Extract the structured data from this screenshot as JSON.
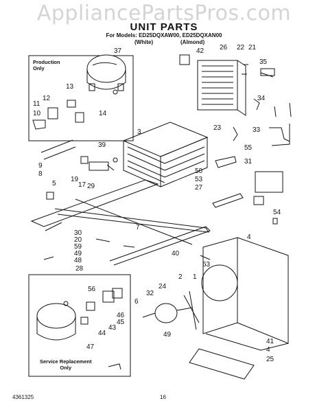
{
  "watermark": "AppliancePartsPros.com",
  "title": "UNIT PARTS",
  "models_line": "For Models: ED25DQXAW00, ED25DQXAN00",
  "color_white": "(White)",
  "color_almond": "(Almond)",
  "production_label": [
    "Production",
    "Only"
  ],
  "service_label": [
    "Service Replacement",
    "Only"
  ],
  "doc_number": "4361325",
  "page_number": "16",
  "part_labels": [
    {
      "id": "37",
      "t": "37"
    },
    {
      "id": "42",
      "t": "42"
    },
    {
      "id": "26",
      "t": "26"
    },
    {
      "id": "22",
      "t": "22"
    },
    {
      "id": "21",
      "t": "21"
    },
    {
      "id": "35",
      "t": "35"
    },
    {
      "id": "13",
      "t": "13"
    },
    {
      "id": "12",
      "t": "12"
    },
    {
      "id": "11",
      "t": "11"
    },
    {
      "id": "10",
      "t": "10"
    },
    {
      "id": "14",
      "t": "14"
    },
    {
      "id": "34",
      "t": "34"
    },
    {
      "id": "3",
      "t": "3"
    },
    {
      "id": "23",
      "t": "23"
    },
    {
      "id": "33",
      "t": "33"
    },
    {
      "id": "39",
      "t": "39"
    },
    {
      "id": "55",
      "t": "55"
    },
    {
      "id": "9",
      "t": "9"
    },
    {
      "id": "8",
      "t": "8"
    },
    {
      "id": "31",
      "t": "31"
    },
    {
      "id": "50",
      "t": "50"
    },
    {
      "id": "19",
      "t": "19"
    },
    {
      "id": "17",
      "t": "17"
    },
    {
      "id": "29",
      "t": "29"
    },
    {
      "id": "53",
      "t": "53"
    },
    {
      "id": "27",
      "t": "27"
    },
    {
      "id": "5",
      "t": "5"
    },
    {
      "id": "54",
      "t": "54"
    },
    {
      "id": "30",
      "t": "30"
    },
    {
      "id": "7",
      "t": "7"
    },
    {
      "id": "20",
      "t": "20"
    },
    {
      "id": "59",
      "t": "59"
    },
    {
      "id": "49a",
      "t": "49"
    },
    {
      "id": "48",
      "t": "48"
    },
    {
      "id": "4a",
      "t": "4"
    },
    {
      "id": "40",
      "t": "40"
    },
    {
      "id": "63",
      "t": "63"
    },
    {
      "id": "28",
      "t": "28"
    },
    {
      "id": "56",
      "t": "56"
    },
    {
      "id": "2",
      "t": "2"
    },
    {
      "id": "24",
      "t": "24"
    },
    {
      "id": "32",
      "t": "32"
    },
    {
      "id": "1",
      "t": "1"
    },
    {
      "id": "6",
      "t": "6"
    },
    {
      "id": "46",
      "t": "46"
    },
    {
      "id": "45",
      "t": "45"
    },
    {
      "id": "43",
      "t": "43"
    },
    {
      "id": "44",
      "t": "44"
    },
    {
      "id": "47",
      "t": "47"
    },
    {
      "id": "49b",
      "t": "49"
    },
    {
      "id": "41",
      "t": "41"
    },
    {
      "id": "4b",
      "t": "4"
    },
    {
      "id": "25",
      "t": "25"
    }
  ]
}
